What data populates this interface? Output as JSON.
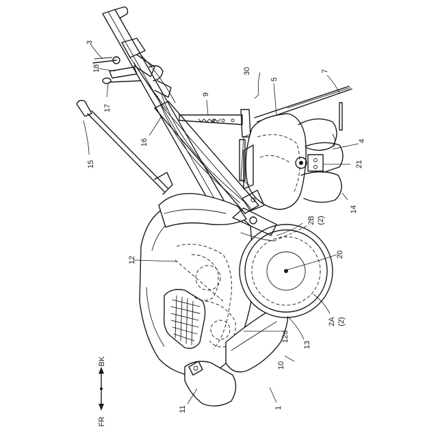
{
  "labels": {
    "l1": "1",
    "l2A": "2A",
    "l2A_sub": "(2)",
    "l2B": "2B",
    "l2B_sub": "(2)",
    "l3": "3",
    "l4": "4",
    "l5": "5",
    "l7": "7",
    "l9": "9",
    "l10": "10",
    "l11": "11",
    "l12": "12",
    "l12d": "12d",
    "l13": "13",
    "l14": "14",
    "l15": "15",
    "l16": "16",
    "l17": "17",
    "l18": "18",
    "l20": "20",
    "l21": "21",
    "l30": "30"
  },
  "direction": {
    "front": "FR",
    "back": "BK"
  }
}
